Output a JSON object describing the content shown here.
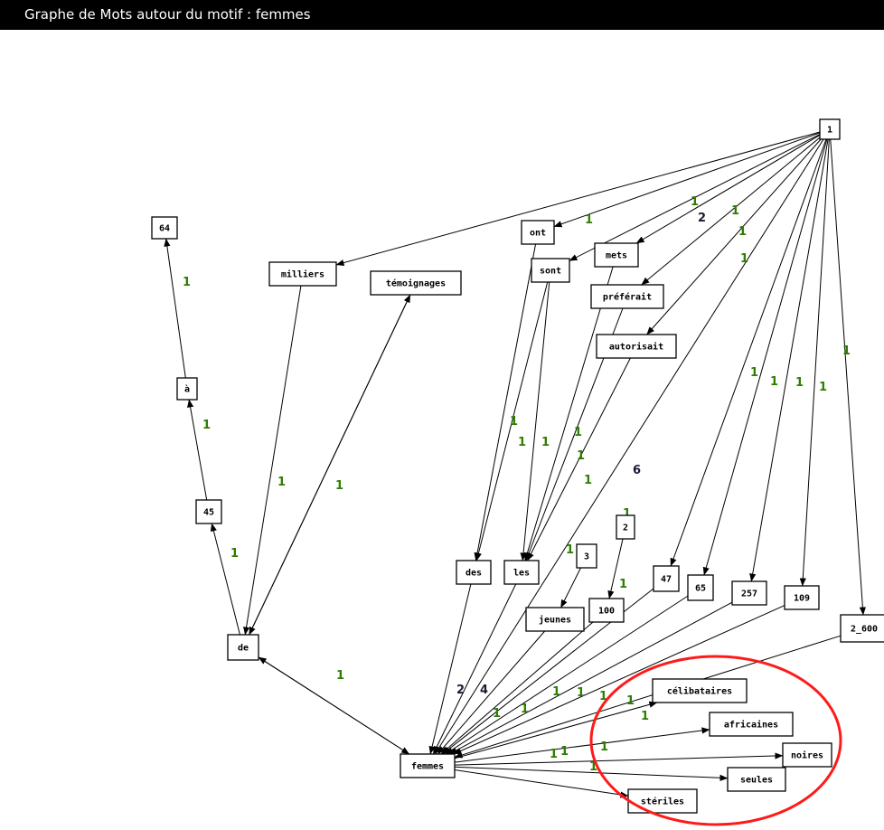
{
  "title": "Graphe de Mots autour du motif : femmes",
  "colors": {
    "background": "#ffffff",
    "edge": "#000000",
    "label_green": "#2e7d00",
    "label_dark": "#1a1a33",
    "highlight": "#ff1a1a"
  },
  "nodes": [
    {
      "id": "n1",
      "label": "1"
    },
    {
      "id": "n64",
      "label": "64"
    },
    {
      "id": "milliers",
      "label": "milliers"
    },
    {
      "id": "temoignages",
      "label": "témoignages"
    },
    {
      "id": "ont",
      "label": "ont"
    },
    {
      "id": "mets",
      "label": "mets"
    },
    {
      "id": "sont",
      "label": "sont"
    },
    {
      "id": "preferait",
      "label": "préférait"
    },
    {
      "id": "autorisait",
      "label": "autorisait"
    },
    {
      "id": "a",
      "label": "à"
    },
    {
      "id": "n45",
      "label": "45"
    },
    {
      "id": "des",
      "label": "des"
    },
    {
      "id": "les",
      "label": "les"
    },
    {
      "id": "n3",
      "label": "3"
    },
    {
      "id": "n2",
      "label": "2"
    },
    {
      "id": "n47",
      "label": "47"
    },
    {
      "id": "n65",
      "label": "65"
    },
    {
      "id": "n257",
      "label": "257"
    },
    {
      "id": "n109",
      "label": "109"
    },
    {
      "id": "jeunes",
      "label": "jeunes"
    },
    {
      "id": "n100",
      "label": "100"
    },
    {
      "id": "n2600",
      "label": "2_600"
    },
    {
      "id": "de",
      "label": "de"
    },
    {
      "id": "celibataires",
      "label": "célibataires"
    },
    {
      "id": "africaines",
      "label": "africaines"
    },
    {
      "id": "noires",
      "label": "noires"
    },
    {
      "id": "seules",
      "label": "seules"
    },
    {
      "id": "femmes",
      "label": "femmes"
    },
    {
      "id": "steriles",
      "label": "stériles"
    }
  ],
  "edges": [
    {
      "from": "n1",
      "to": "milliers"
    },
    {
      "from": "n1",
      "to": "ont"
    },
    {
      "from": "n1",
      "to": "sont"
    },
    {
      "from": "n1",
      "to": "mets"
    },
    {
      "from": "n1",
      "to": "preferait"
    },
    {
      "from": "n1",
      "to": "autorisait"
    },
    {
      "from": "n1",
      "to": "femmes"
    },
    {
      "from": "n1",
      "to": "n47"
    },
    {
      "from": "n1",
      "to": "n65"
    },
    {
      "from": "n1",
      "to": "n257"
    },
    {
      "from": "n1",
      "to": "n109"
    },
    {
      "from": "n1",
      "to": "n2600"
    },
    {
      "from": "de",
      "to": "n45"
    },
    {
      "from": "n45",
      "to": "a"
    },
    {
      "from": "a",
      "to": "n64"
    },
    {
      "from": "milliers",
      "to": "de"
    },
    {
      "from": "de",
      "to": "temoignages"
    },
    {
      "from": "temoignages",
      "to": "de"
    },
    {
      "from": "de",
      "to": "femmes"
    },
    {
      "from": "femmes",
      "to": "de"
    },
    {
      "from": "ont",
      "to": "des"
    },
    {
      "from": "sont",
      "to": "des"
    },
    {
      "from": "sont",
      "to": "les"
    },
    {
      "from": "mets",
      "to": "les"
    },
    {
      "from": "preferait",
      "to": "les"
    },
    {
      "from": "autorisait",
      "to": "les"
    },
    {
      "from": "des",
      "to": "femmes"
    },
    {
      "from": "les",
      "to": "femmes"
    },
    {
      "from": "n3",
      "to": "jeunes"
    },
    {
      "from": "n2",
      "to": "n100"
    },
    {
      "from": "jeunes",
      "to": "femmes"
    },
    {
      "from": "n100",
      "to": "femmes"
    },
    {
      "from": "n47",
      "to": "femmes"
    },
    {
      "from": "n65",
      "to": "femmes"
    },
    {
      "from": "n257",
      "to": "femmes"
    },
    {
      "from": "n109",
      "to": "femmes"
    },
    {
      "from": "n2600",
      "to": "femmes"
    },
    {
      "from": "femmes",
      "to": "celibataires"
    },
    {
      "from": "femmes",
      "to": "africaines"
    },
    {
      "from": "femmes",
      "to": "noires"
    },
    {
      "from": "femmes",
      "to": "seules"
    },
    {
      "from": "femmes",
      "to": "steriles"
    }
  ],
  "weight_labels": [
    {
      "text": "1",
      "color": "green"
    },
    {
      "text": "1",
      "color": "green"
    },
    {
      "text": "1",
      "color": "green"
    },
    {
      "text": "1",
      "color": "green"
    },
    {
      "text": "1",
      "color": "green"
    },
    {
      "text": "2",
      "color": "dark"
    },
    {
      "text": "1",
      "color": "green"
    },
    {
      "text": "1",
      "color": "green"
    },
    {
      "text": "1",
      "color": "green"
    },
    {
      "text": "1",
      "color": "green"
    },
    {
      "text": "1",
      "color": "green"
    },
    {
      "text": "1",
      "color": "green"
    },
    {
      "text": "1",
      "color": "green"
    },
    {
      "text": "1",
      "color": "green"
    },
    {
      "text": "1",
      "color": "green"
    },
    {
      "text": "1",
      "color": "green"
    },
    {
      "text": "1",
      "color": "green"
    },
    {
      "text": "1",
      "color": "green"
    },
    {
      "text": "1",
      "color": "green"
    },
    {
      "text": "1",
      "color": "green"
    },
    {
      "text": "1",
      "color": "green"
    },
    {
      "text": "1",
      "color": "green"
    },
    {
      "text": "1",
      "color": "green"
    },
    {
      "text": "1",
      "color": "green"
    },
    {
      "text": "6",
      "color": "dark"
    },
    {
      "text": "1",
      "color": "green"
    },
    {
      "text": "1",
      "color": "green"
    },
    {
      "text": "2",
      "color": "dark"
    },
    {
      "text": "4",
      "color": "dark"
    },
    {
      "text": "1",
      "color": "green"
    },
    {
      "text": "1",
      "color": "green"
    },
    {
      "text": "1",
      "color": "green"
    },
    {
      "text": "1",
      "color": "green"
    },
    {
      "text": "1",
      "color": "green"
    },
    {
      "text": "1",
      "color": "green"
    },
    {
      "text": "1",
      "color": "green"
    },
    {
      "text": "1",
      "color": "green"
    },
    {
      "text": "1",
      "color": "green"
    },
    {
      "text": "1",
      "color": "green"
    },
    {
      "text": "1",
      "color": "green"
    }
  ],
  "highlight": {
    "shape": "ellipse",
    "color": "#ff1a1a"
  }
}
